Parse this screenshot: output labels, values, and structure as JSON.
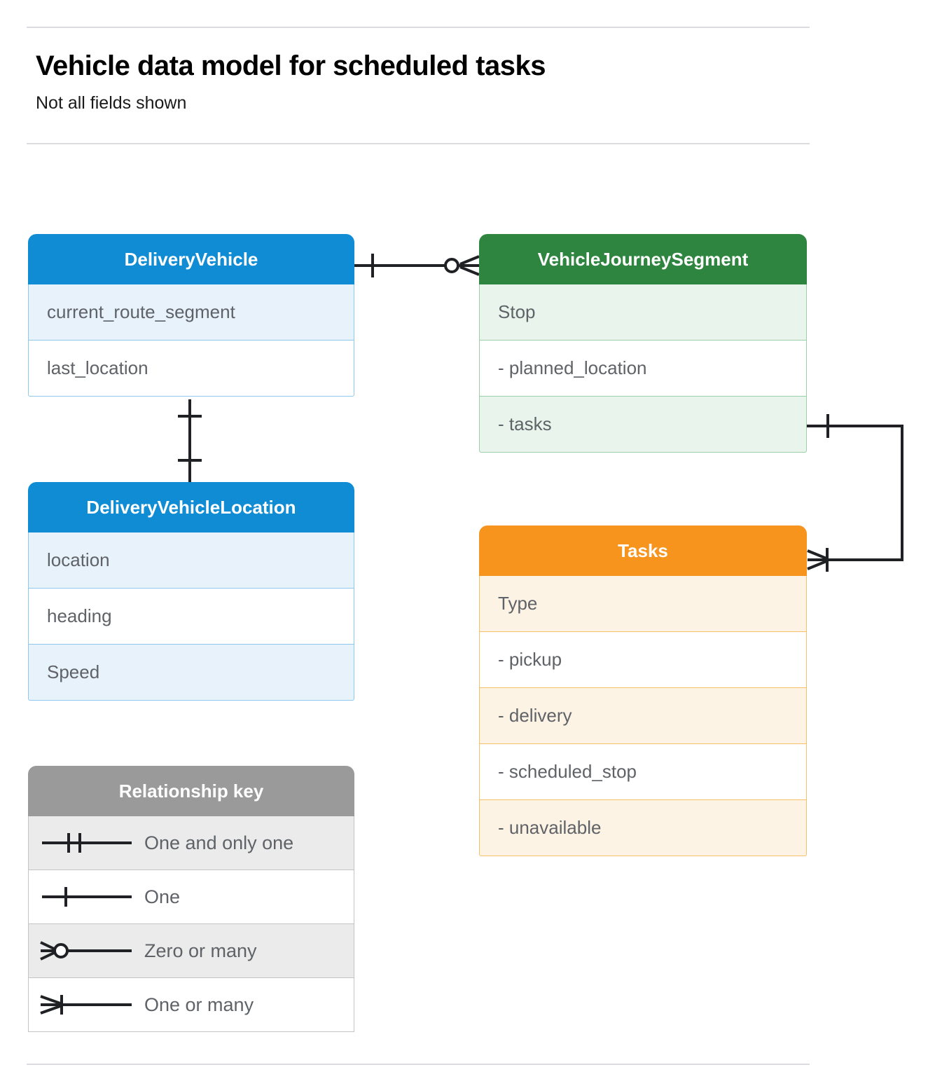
{
  "header": {
    "title": "Vehicle data model for scheduled tasks",
    "subtitle": "Not all fields shown"
  },
  "colors": {
    "blue": "#0f8cd4",
    "blue_row": "#e8f2fb",
    "blue_border": "#8ec8ef",
    "green": "#2e8540",
    "green_row": "#e8f4ec",
    "green_border": "#9ccfa8",
    "orange": "#f7941e",
    "orange_row": "#fdf3e4",
    "orange_border": "#f8c06a",
    "gray": "#9a9a9a",
    "gray_row": "#ebebeb",
    "text": "#5f6368",
    "line": "#202124",
    "rule": "#dadce0"
  },
  "entities": [
    {
      "id": "delivery-vehicle",
      "title": "DeliveryVehicle",
      "color": "blue",
      "rows": [
        "current_route_segment",
        "last_location"
      ]
    },
    {
      "id": "delivery-vehicle-location",
      "title": "DeliveryVehicleLocation",
      "color": "blue",
      "rows": [
        "location",
        "heading",
        "Speed"
      ]
    },
    {
      "id": "vehicle-journey-segment",
      "title": "VehicleJourneySegment",
      "color": "green",
      "rows": [
        "Stop",
        "-  planned_location",
        "- tasks"
      ]
    },
    {
      "id": "tasks",
      "title": "Tasks",
      "color": "orange",
      "rows": [
        "Type",
        "-  pickup",
        "-  delivery",
        "-  scheduled_stop",
        "-  unavailable"
      ]
    }
  ],
  "legend": {
    "title": "Relationship key",
    "rows": [
      {
        "symbol": "one-and-only-one-symbol",
        "label": "One and only one"
      },
      {
        "symbol": "one-symbol",
        "label": "One"
      },
      {
        "symbol": "zero-or-many-symbol",
        "label": "Zero or many"
      },
      {
        "symbol": "one-or-many-symbol",
        "label": "One or many"
      }
    ]
  },
  "relationships": [
    {
      "id": "delivery-vehicle-to-journey-segment",
      "from": "DeliveryVehicle",
      "from_cardinality": "One",
      "to": "VehicleJourneySegment",
      "to_cardinality": "Zero or many"
    },
    {
      "id": "delivery-vehicle-to-location",
      "from": "DeliveryVehicle",
      "from_cardinality": "One",
      "to": "DeliveryVehicleLocation",
      "to_cardinality": "One"
    },
    {
      "id": "journey-segment-tasks-to-tasks",
      "from": "VehicleJourneySegment",
      "from_cardinality": "One",
      "to": "Tasks",
      "to_cardinality": "One or many"
    }
  ]
}
